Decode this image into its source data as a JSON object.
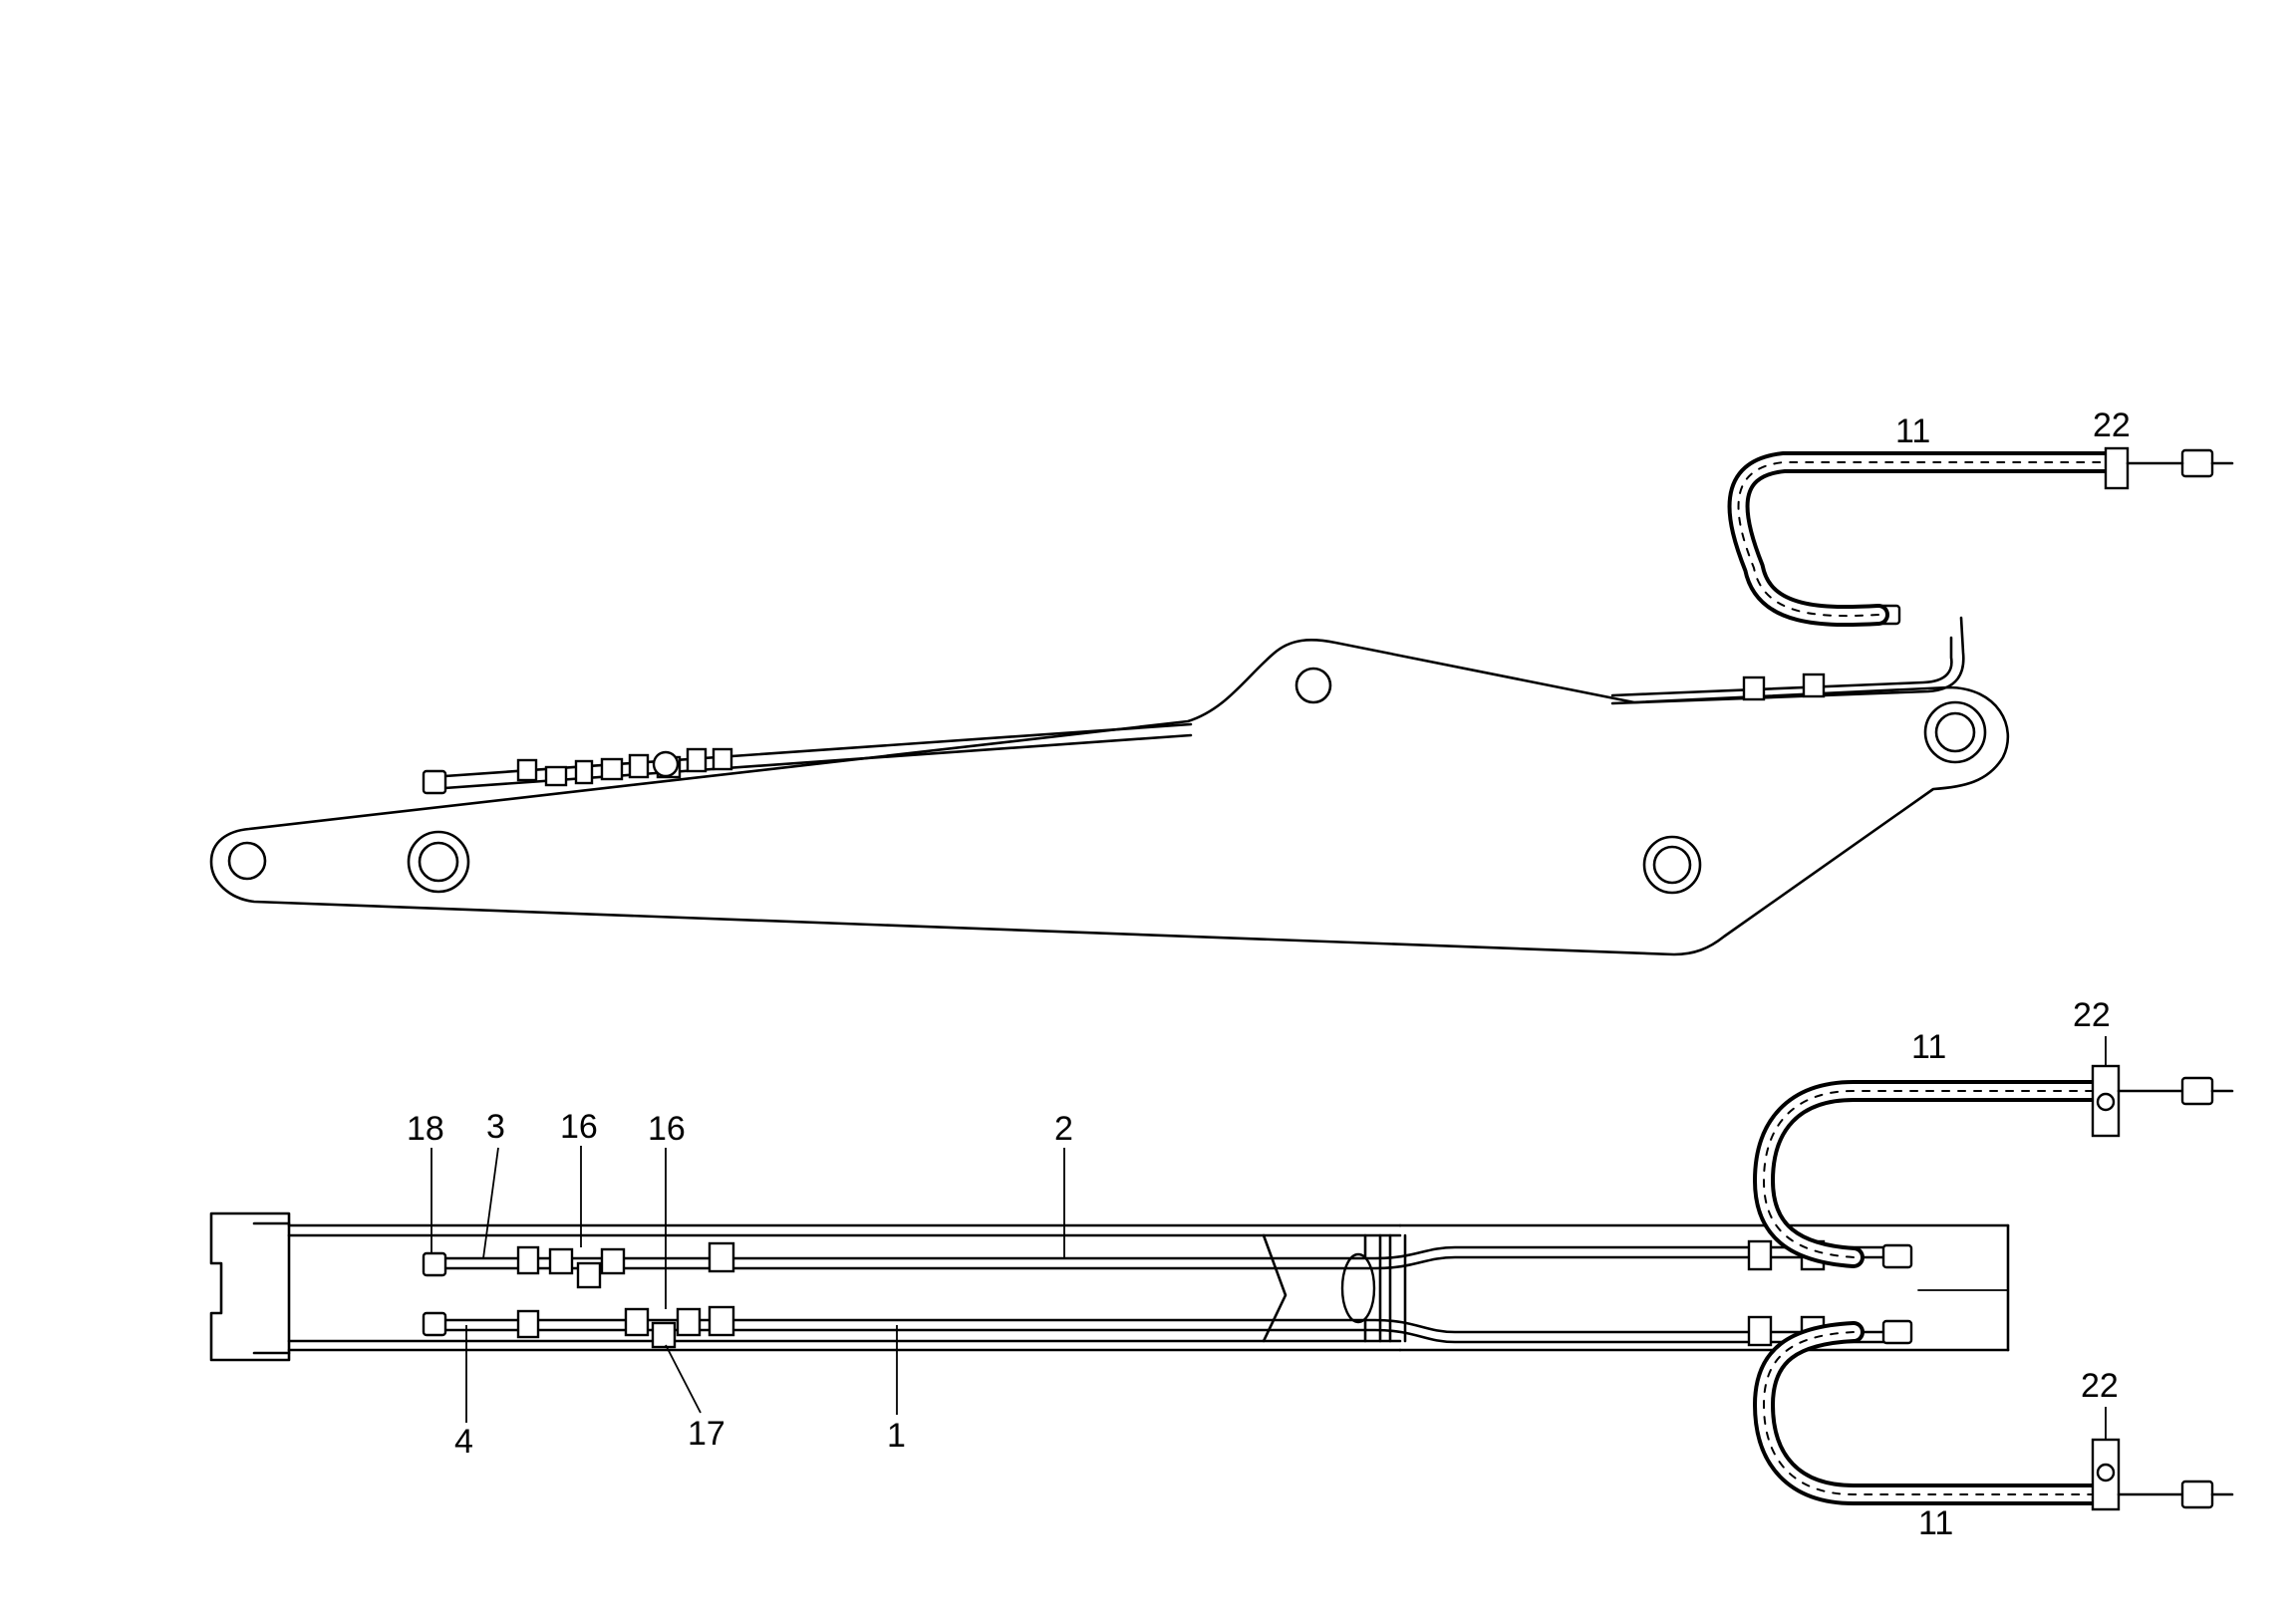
{
  "callouts": {
    "top_11": "11",
    "top_22": "22",
    "b_18": "18",
    "b_3": "3",
    "b_16a": "16",
    "b_16b": "16",
    "b_2": "2",
    "b_4": "4",
    "b_17": "17",
    "b_1": "1",
    "b_11_upper": "11",
    "b_22_upper": "22",
    "b_22_lower": "22",
    "b_11_lower": "11"
  }
}
